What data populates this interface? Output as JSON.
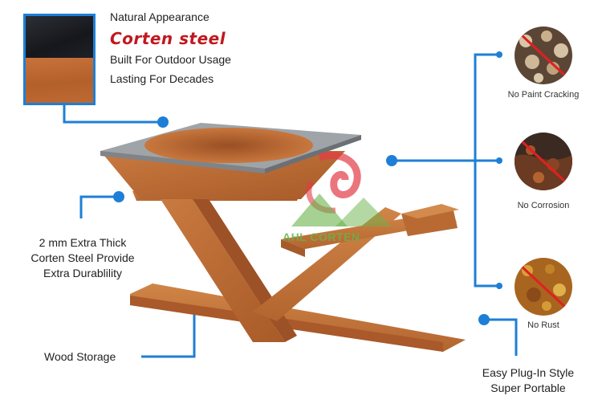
{
  "top_text": {
    "line1": "Natural Appearance",
    "headline": "Corten steel",
    "line2": "Built For Outdoor Usage",
    "line3": "Lasting For Decades"
  },
  "left_text": {
    "thick_line1": "2 mm Extra Thick",
    "thick_line2": "Corten Steel Provide",
    "thick_line3": "Extra Durablility",
    "wood": "Wood Storage"
  },
  "features": [
    {
      "label": "No Paint Cracking",
      "icon": "paint-cracking-icon"
    },
    {
      "label": "No Corrosion",
      "icon": "corrosion-icon"
    },
    {
      "label": "No Rust",
      "icon": "rust-icon"
    }
  ],
  "bottom_right": {
    "line1": "Easy Plug-In Style",
    "line2": "Super Portable"
  },
  "logo": {
    "text": "AHL CORTEN"
  },
  "colors": {
    "accent": "#1e7fd6",
    "headline": "#c0181f",
    "corten": "#c06a32",
    "steel_top": "#1c1f24",
    "logo_red": "#e23b46",
    "logo_green": "#69b24a"
  }
}
